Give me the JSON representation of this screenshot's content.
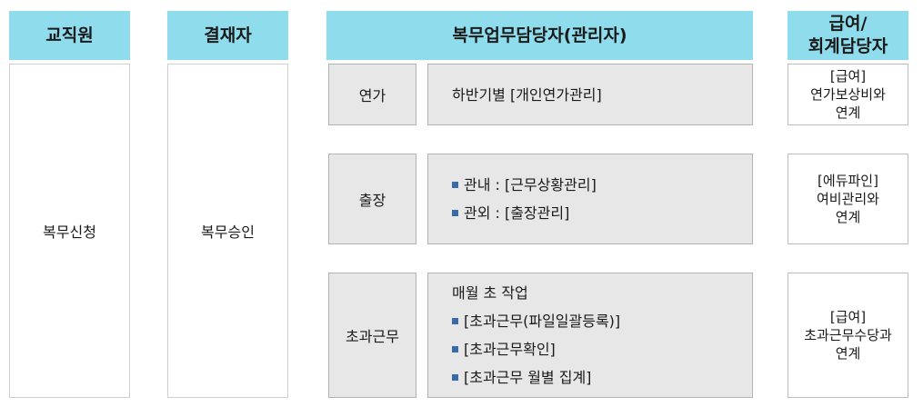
{
  "headers": {
    "faculty": "교직원",
    "approver": "결재자",
    "manager": "복무업무담당자(관리자)",
    "accounting_line1": "급여/",
    "accounting_line2": "회계담당자"
  },
  "columns": {
    "faculty": "복무신청",
    "approver": "복무승인"
  },
  "rows": [
    {
      "category": "연가",
      "details": [
        {
          "text": "하반기별 [개인연가관리]",
          "bullet": false
        }
      ],
      "link": [
        "[급여]",
        "연가보상비와",
        "연계"
      ]
    },
    {
      "category": "출장",
      "details": [
        {
          "text": "관내 : [근무상황관리]",
          "bullet": true
        },
        {
          "text": "관외 : [출장관리]",
          "bullet": true
        }
      ],
      "link": [
        "[에듀파인]",
        "여비관리와",
        "연계"
      ]
    },
    {
      "category": "초과근무",
      "details": [
        {
          "text": "매월 초 작업",
          "bullet": false
        },
        {
          "text": "[초과근무(파일일괄등록)]",
          "bullet": true
        },
        {
          "text": "[초과근무확인]",
          "bullet": true
        },
        {
          "text": "[초과근무 월별 집계]",
          "bullet": true
        }
      ],
      "link": [
        "[급여]",
        "초과근무수당과",
        "연계"
      ]
    }
  ],
  "colors": {
    "header_bg": "#8fdcec",
    "cell_bg": "#e7e7e7",
    "bullet": "#3b6aa8"
  }
}
